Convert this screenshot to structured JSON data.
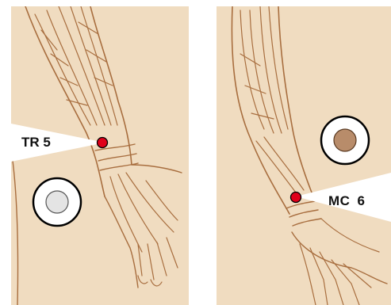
{
  "points": [
    {
      "label": "TR 5"
    },
    {
      "label": "MC 6",
      "label_parts": [
        "MC",
        "6"
      ]
    }
  ],
  "colors": {
    "parchment": "#f0dcc0",
    "ink": "#a86e3f",
    "point": "#e0001a",
    "dark_button": "#b88c6a",
    "light_button": "#e4e4e4"
  },
  "icons": [
    "light-circle-button-icon",
    "dark-circle-button-icon"
  ]
}
